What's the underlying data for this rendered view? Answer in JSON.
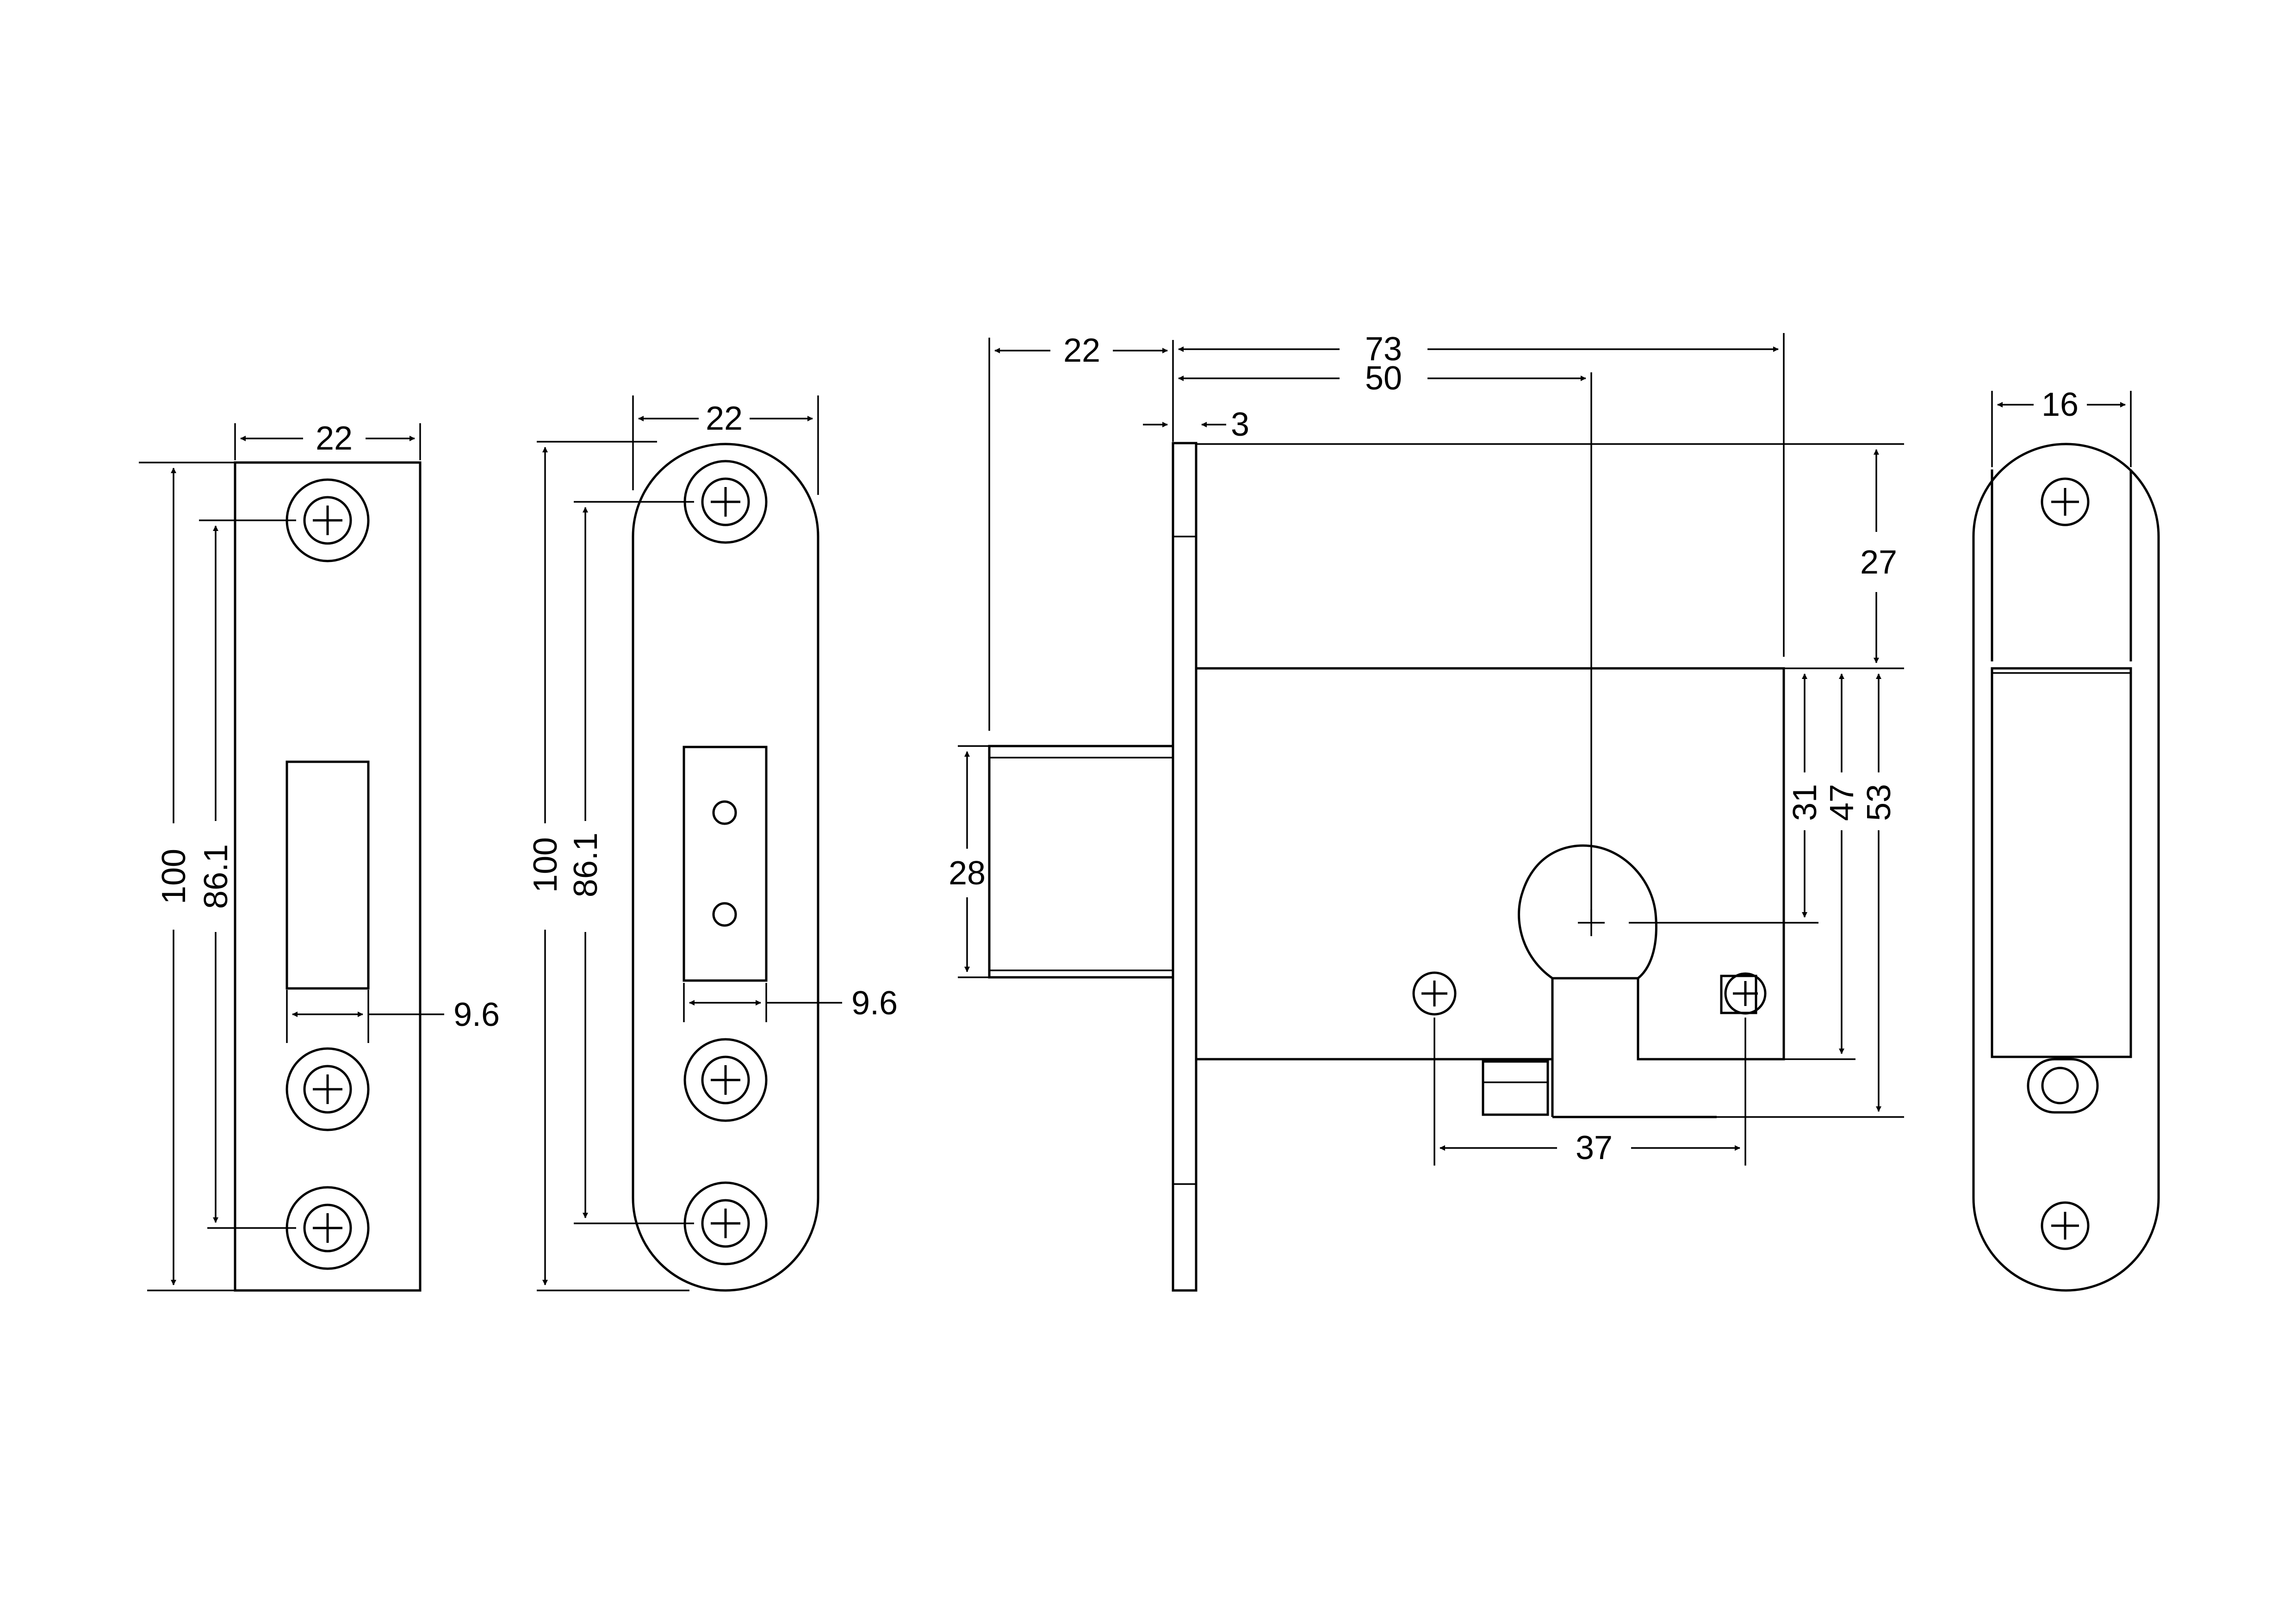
{
  "views": {
    "strike_square": {
      "width_label": "22",
      "height_label": "100",
      "screw_pitch_label": "86.1",
      "slot_width_label": "9.6"
    },
    "strike_rounded": {
      "width_label": "22",
      "height_label": "100",
      "screw_pitch_label": "86.1",
      "slot_width_label": "9.6"
    },
    "lock_body_side": {
      "bolt_throw_label": "22",
      "body_length_label": "73",
      "backset_label": "50",
      "faceplate_thickness_label": "3",
      "upper_height_label": "27",
      "cylinder_axis_label": "31",
      "lower_height_label": "47",
      "case_height_label": "53",
      "bolt_height_label": "28",
      "fixing_pitch_label": "37"
    },
    "faceplate_front": {
      "width_label": "16"
    }
  },
  "colors": {
    "line": "#000000",
    "background": "#ffffff"
  }
}
